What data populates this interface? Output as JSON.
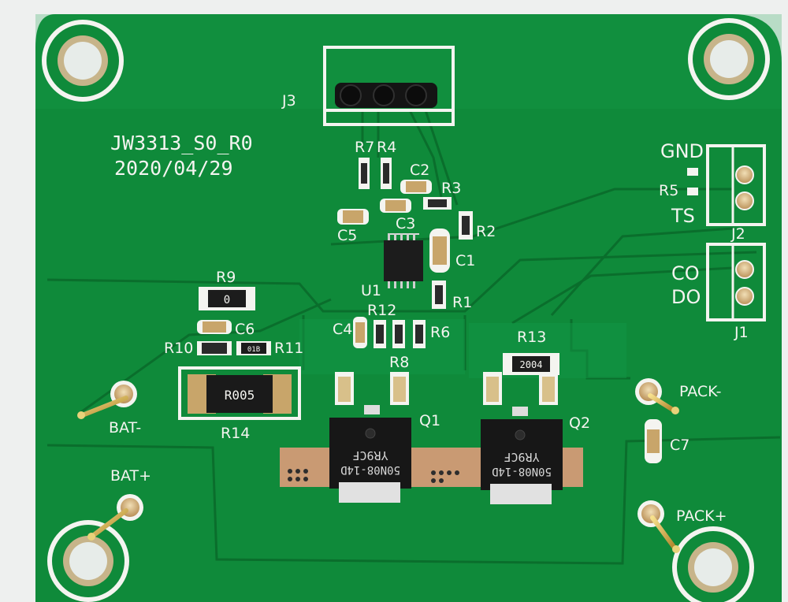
{
  "board": {
    "name": "JW3313_S0_R0",
    "date": "2020/04/29"
  },
  "connectors": {
    "j3": "J3",
    "j2": "J2",
    "j1": "J1",
    "gnd": "GND",
    "ts": "TS",
    "co": "CO",
    "do": "DO"
  },
  "pads": {
    "bat_minus": "BAT-",
    "bat_plus": "BAT+",
    "pack_minus": "PACK-",
    "pack_plus": "PACK+"
  },
  "components": {
    "r1": "R1",
    "r2": "R2",
    "r3": "R3",
    "r4": "R4",
    "r5": "R5",
    "r6": "R6",
    "r7": "R7",
    "r8": "R8",
    "r9": "R9",
    "r10": "R10",
    "r11": "R11",
    "r12": "R12",
    "r13": "R13",
    "r14": "R14",
    "c1": "C1",
    "c2": "C2",
    "c3": "C3",
    "c4": "C4",
    "c5": "C5",
    "c6": "C6",
    "c7": "C7",
    "u1": "U1",
    "q1": "Q1",
    "q2": "Q2"
  },
  "markings": {
    "r9_value": "0",
    "r13_value": "2004",
    "r14_value": "R005",
    "r11_value": "01B",
    "q1_line1": "YR9CF",
    "q1_line2": "50N08-14D",
    "q2_line1": "YR9CF",
    "q2_line2": "50N08-14D"
  },
  "colors": {
    "board_green": "#0f8a3a",
    "silkscreen": "#f4f4f0",
    "copper_pad": "#d6b98a",
    "background": "#eef0ef"
  }
}
